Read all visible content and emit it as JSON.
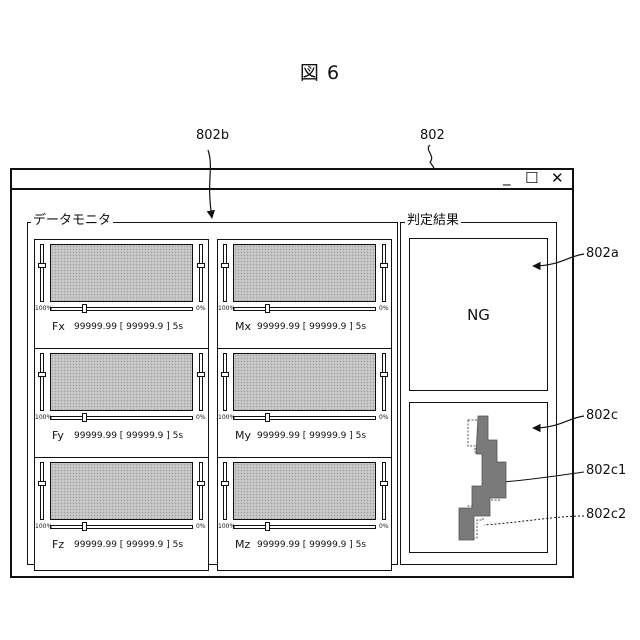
{
  "figure_label": "図 6",
  "refs": {
    "window": "802",
    "monitor": "802b",
    "result": "802a",
    "image": "802c",
    "image_c1": "802c1",
    "image_c2": "802c2"
  },
  "window_controls": {
    "minimize": "_",
    "maximize": "☐",
    "close": "✕"
  },
  "monitor": {
    "title": "データモニタ",
    "panels": [
      {
        "axis": "Fx",
        "readout": "99999.99 [ 99999.9 ] 5s",
        "min_label": "100%",
        "max_label": "0%"
      },
      {
        "axis": "Mx",
        "readout": "99999.99 [ 99999.9 ] 5s",
        "min_label": "100%",
        "max_label": "0%"
      },
      {
        "axis": "Fy",
        "readout": "99999.99 [ 99999.9 ] 5s",
        "min_label": "100%",
        "max_label": "0%"
      },
      {
        "axis": "My",
        "readout": "99999.99 [ 99999.9 ] 5s",
        "min_label": "100%",
        "max_label": "0%"
      },
      {
        "axis": "Fz",
        "readout": "99999.99 [ 99999.9 ] 5s",
        "min_label": "100%",
        "max_label": "0%"
      },
      {
        "axis": "Mz",
        "readout": "99999.99 [ 99999.9 ] 5s",
        "min_label": "100%",
        "max_label": "0%"
      }
    ]
  },
  "judgement": {
    "title": "判定結果",
    "result": "NG"
  },
  "colors": {
    "line": "#111111",
    "plot_fill": "#c9c9c9",
    "part_fill": "#7a7a7a"
  }
}
